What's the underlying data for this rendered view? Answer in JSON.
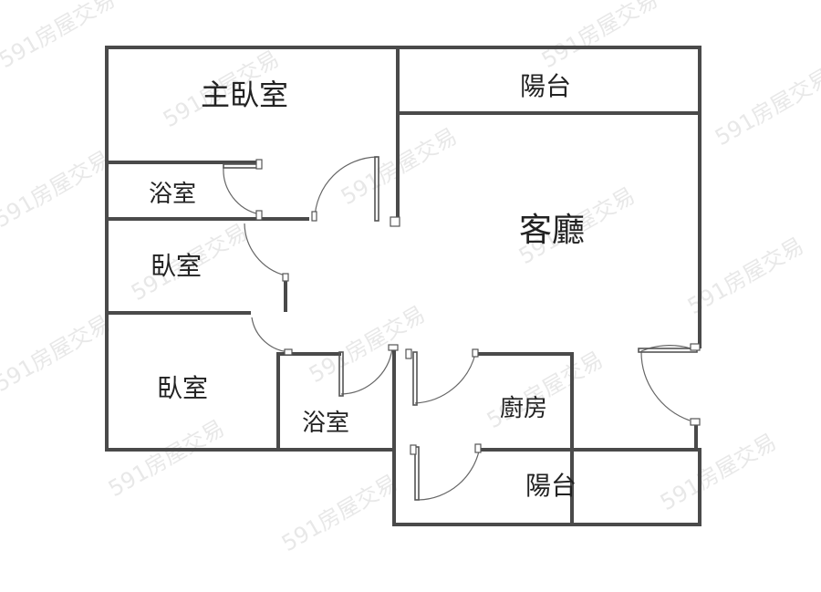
{
  "rooms": {
    "master_bedroom": "主臥室",
    "balcony_top": "陽台",
    "bathroom_1": "浴室",
    "living_room": "客廳",
    "bedroom_1": "臥室",
    "bedroom_2": "臥室",
    "bathroom_2": "浴室",
    "kitchen": "廚房",
    "balcony_bottom": "陽台"
  },
  "watermark": "591房屋交易"
}
